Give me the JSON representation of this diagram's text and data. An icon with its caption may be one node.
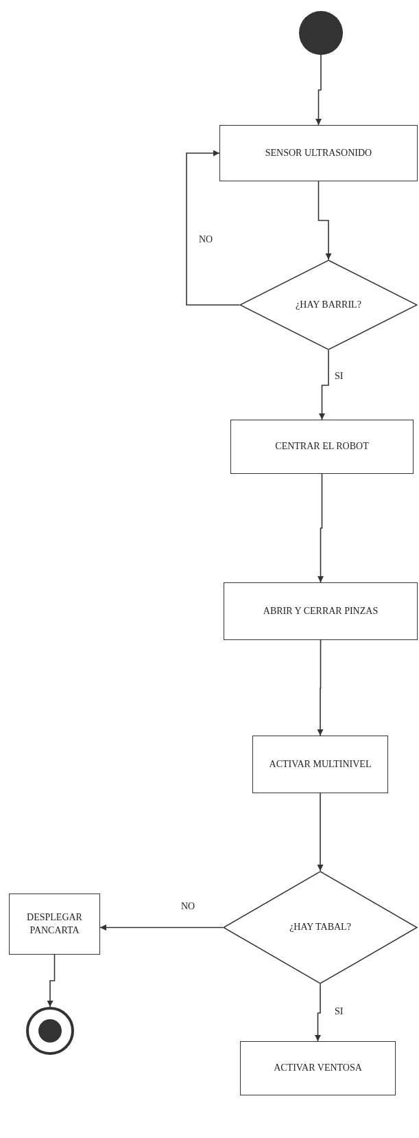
{
  "diagram": {
    "nodes": [
      {
        "text": [],
        "shape": "circle"
      },
      {
        "text": [
          "SENSOR ULTRASONIDO"
        ]
      },
      {
        "text": [
          "¿HAY BARRIL?"
        ]
      },
      {
        "text": [
          "CENTRAR EL ROBOT"
        ]
      },
      {
        "text": [
          "ABRIR Y CERRAR PINZAS"
        ]
      },
      {
        "text": [
          "ACTIVAR MULTINIVEL"
        ]
      },
      {
        "text": [
          "¿HAY TABAL?"
        ]
      },
      {
        "text": [
          "DESPLEGAR PANCARTA"
        ]
      },
      {
        "text": [],
        "shape": "circle"
      },
      {
        "text": [
          "ACTIVAR VENTOSA"
        ]
      }
    ],
    "edges": [
      {
        "from": 0,
        "to": 1,
        "arrow": "to"
      },
      {
        "from": 1,
        "to": 2,
        "arrow": "to"
      },
      {
        "from": 2,
        "to": 1,
        "arrow": "to",
        "label": "NO"
      },
      {
        "from": 2,
        "to": 3,
        "arrow": "to",
        "label": "SI"
      },
      {
        "from": 3,
        "to": 4,
        "arrow": "to"
      },
      {
        "from": 4,
        "to": 5,
        "arrow": "to"
      },
      {
        "from": 5,
        "to": 6,
        "arrow": "to"
      },
      {
        "from": 6,
        "to": 7,
        "arrow": "to",
        "label": "NO"
      },
      {
        "from": 6,
        "to": 9,
        "arrow": "to",
        "label": "SI"
      },
      {
        "from": 7,
        "to": 8,
        "arrow": "to"
      }
    ]
  }
}
